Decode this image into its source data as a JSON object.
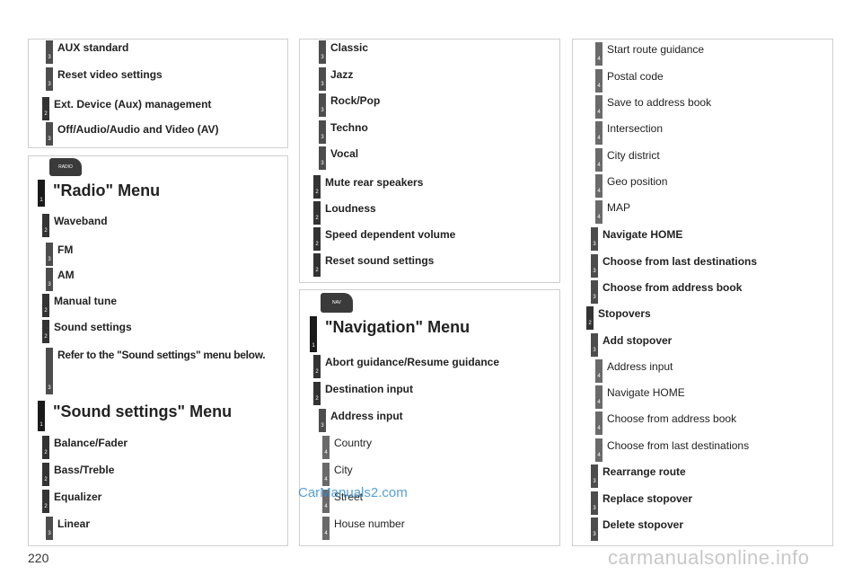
{
  "page_number": "220",
  "watermark_center": "CarManuals2.com",
  "watermark_bottom": "carmanualsonline.info",
  "radio_tab_label": "RADIO",
  "nav_tab_label": "NAV",
  "left_top": [
    {
      "level": "3",
      "label": "AUX standard"
    },
    {
      "level": "3",
      "label": "Reset video settings"
    },
    {
      "level": "2",
      "label": "Ext. Device (Aux) management"
    },
    {
      "level": "3",
      "label": "Off/Audio/Audio and Video (AV)"
    }
  ],
  "radio_menu": {
    "title": "\"Radio\" Menu",
    "title_level": "1",
    "items": [
      {
        "level": "2",
        "label": "Waveband"
      },
      {
        "level": "3",
        "label": "FM"
      },
      {
        "level": "3",
        "label": "AM"
      },
      {
        "level": "2",
        "label": "Manual tune"
      },
      {
        "level": "2",
        "label": "Sound settings"
      },
      {
        "level": "3",
        "label": "Refer to the \"Sound settings\" menu below."
      }
    ]
  },
  "sound_menu": {
    "title": "\"Sound settings\" Menu",
    "title_level": "1",
    "items": [
      {
        "level": "2",
        "label": "Balance/Fader"
      },
      {
        "level": "2",
        "label": "Bass/Treble"
      },
      {
        "level": "2",
        "label": "Equalizer"
      },
      {
        "level": "3",
        "label": "Linear"
      }
    ]
  },
  "middle_top": [
    {
      "level": "3",
      "label": "Classic"
    },
    {
      "level": "3",
      "label": "Jazz"
    },
    {
      "level": "3",
      "label": "Rock/Pop"
    },
    {
      "level": "3",
      "label": "Techno"
    },
    {
      "level": "3",
      "label": "Vocal"
    },
    {
      "level": "2",
      "label": "Mute rear speakers"
    },
    {
      "level": "2",
      "label": "Loudness"
    },
    {
      "level": "2",
      "label": "Speed dependent volume"
    },
    {
      "level": "2",
      "label": "Reset sound settings"
    }
  ],
  "nav_menu": {
    "title": "\"Navigation\" Menu",
    "title_level": "1",
    "items": [
      {
        "level": "2",
        "label": "Abort guidance/Resume guidance"
      },
      {
        "level": "2",
        "label": "Destination input"
      },
      {
        "level": "3",
        "label": "Address input"
      },
      {
        "level": "4",
        "label": "Country"
      },
      {
        "level": "4",
        "label": "City"
      },
      {
        "level": "4",
        "label": "Street"
      },
      {
        "level": "4",
        "label": "House number"
      }
    ]
  },
  "right": [
    {
      "level": "4",
      "label": "Start route guidance"
    },
    {
      "level": "4",
      "label": "Postal code"
    },
    {
      "level": "4",
      "label": "Save to address book"
    },
    {
      "level": "4",
      "label": "Intersection"
    },
    {
      "level": "4",
      "label": "City district"
    },
    {
      "level": "4",
      "label": "Geo position"
    },
    {
      "level": "4",
      "label": "MAP"
    },
    {
      "level": "3",
      "label": "Navigate HOME"
    },
    {
      "level": "3",
      "label": "Choose from last destinations"
    },
    {
      "level": "3",
      "label": "Choose from address book"
    },
    {
      "level": "2",
      "label": "Stopovers"
    },
    {
      "level": "3",
      "label": "Add stopover"
    },
    {
      "level": "4",
      "label": "Address input"
    },
    {
      "level": "4",
      "label": "Navigate HOME"
    },
    {
      "level": "4",
      "label": "Choose from address book"
    },
    {
      "level": "4",
      "label": "Choose from last destinations"
    },
    {
      "level": "3",
      "label": "Rearrange route"
    },
    {
      "level": "3",
      "label": "Replace stopover"
    },
    {
      "level": "3",
      "label": "Delete stopover"
    }
  ]
}
